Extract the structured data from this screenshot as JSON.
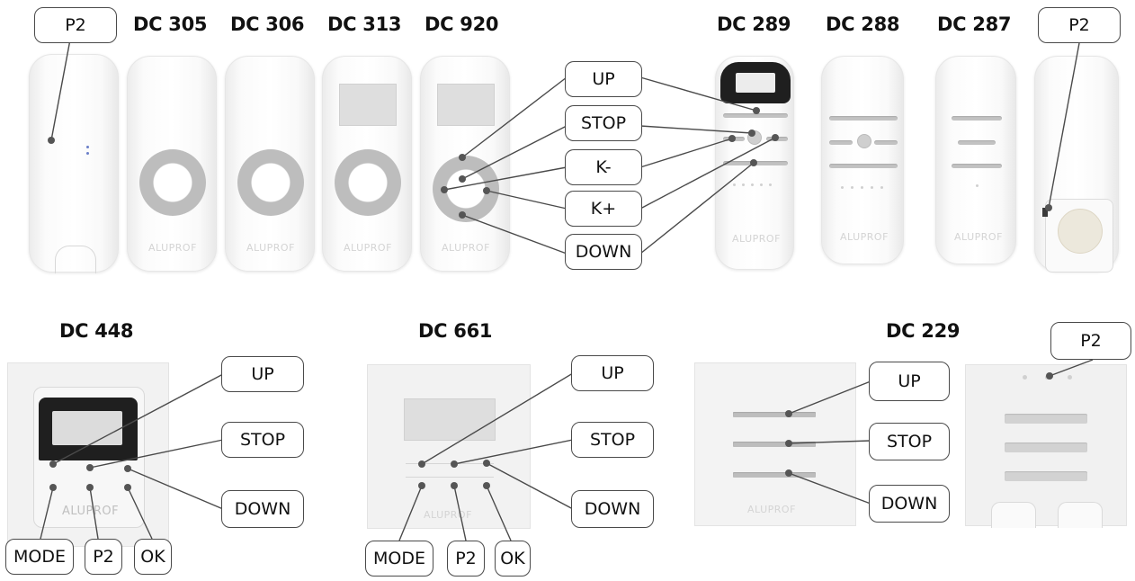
{
  "models": {
    "dc305": "DC 305",
    "dc306": "DC 306",
    "dc313": "DC 313",
    "dc920": "DC 920",
    "dc289": "DC 289",
    "dc288": "DC 288",
    "dc287": "DC 287",
    "dc448": "DC 448",
    "dc661": "DC 661",
    "dc229": "DC 229"
  },
  "brand": "ALUPROF",
  "callouts": {
    "p2": "P2",
    "up": "UP",
    "stop": "STOP",
    "down": "DOWN",
    "k_minus": "K-",
    "k_plus": "K+",
    "mode": "MODE",
    "ok": "OK"
  },
  "colors": {
    "leader_line": "#4a4a4a",
    "marker_dot": "#555555",
    "lcd_screen": "#1f1f1f"
  }
}
